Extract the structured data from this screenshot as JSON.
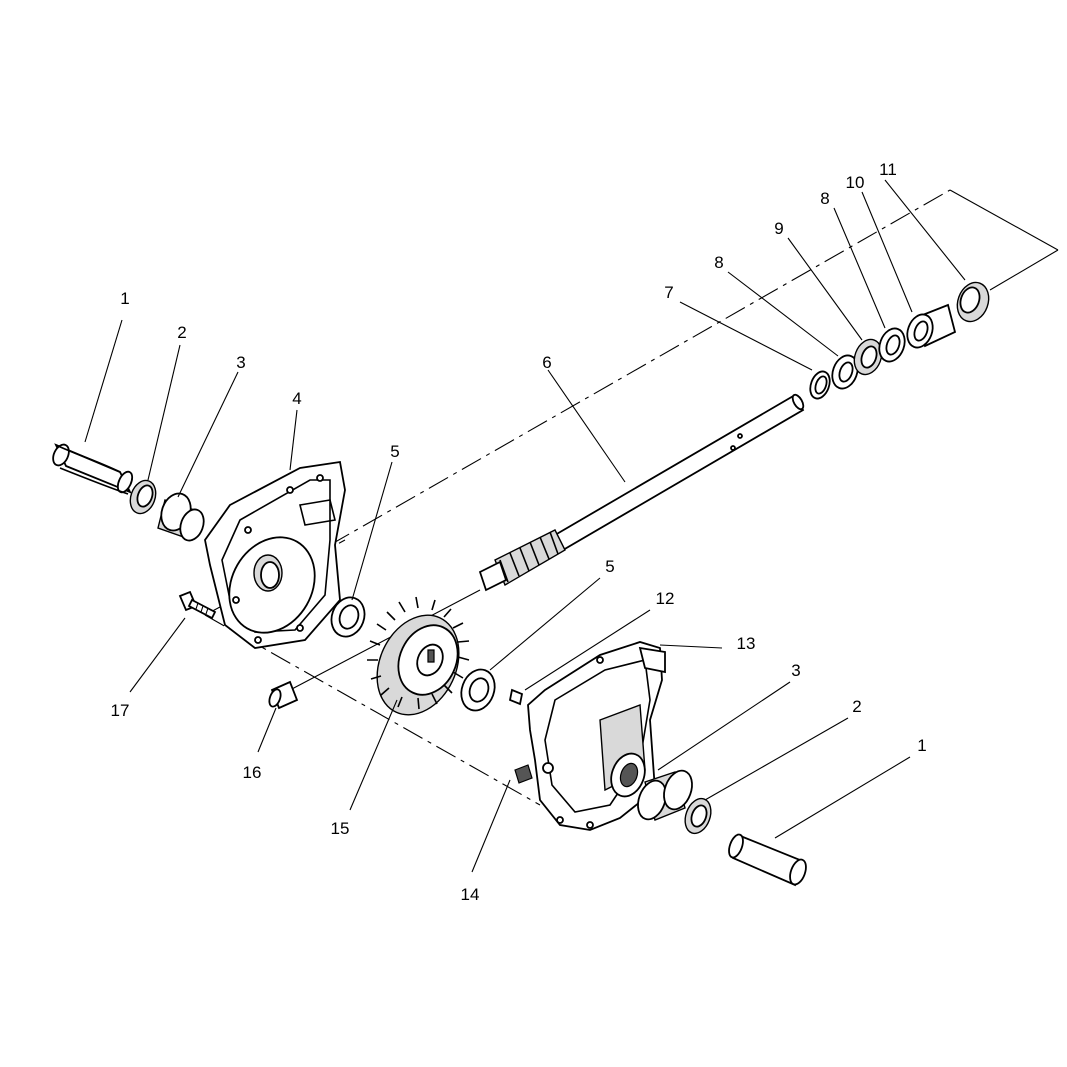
{
  "callouts": [
    {
      "id": "c1a",
      "text": "1"
    },
    {
      "id": "c2a",
      "text": "2"
    },
    {
      "id": "c3a",
      "text": "3"
    },
    {
      "id": "c4",
      "text": "4"
    },
    {
      "id": "c5a",
      "text": "5"
    },
    {
      "id": "c6",
      "text": "6"
    },
    {
      "id": "c7",
      "text": "7"
    },
    {
      "id": "c8a",
      "text": "8"
    },
    {
      "id": "c9",
      "text": "9"
    },
    {
      "id": "c8b",
      "text": "8"
    },
    {
      "id": "c10",
      "text": "10"
    },
    {
      "id": "c11",
      "text": "11"
    },
    {
      "id": "c5b",
      "text": "5"
    },
    {
      "id": "c12",
      "text": "12"
    },
    {
      "id": "c13",
      "text": "13"
    },
    {
      "id": "c3b",
      "text": "3"
    },
    {
      "id": "c2b",
      "text": "2"
    },
    {
      "id": "c1b",
      "text": "1"
    },
    {
      "id": "c17",
      "text": "17"
    },
    {
      "id": "c16",
      "text": "16"
    },
    {
      "id": "c15",
      "text": "15"
    },
    {
      "id": "c14",
      "text": "14"
    }
  ]
}
